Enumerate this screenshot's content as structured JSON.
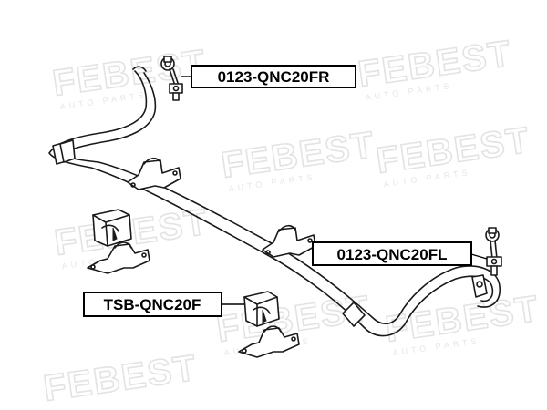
{
  "watermark": {
    "brand": "FEBEST",
    "tagline": "AUTO PARTS"
  },
  "labels": {
    "link_right": "0123-QNC20FR",
    "link_left": "0123-QNC20FL",
    "bushing": "TSB-QNC20F"
  }
}
